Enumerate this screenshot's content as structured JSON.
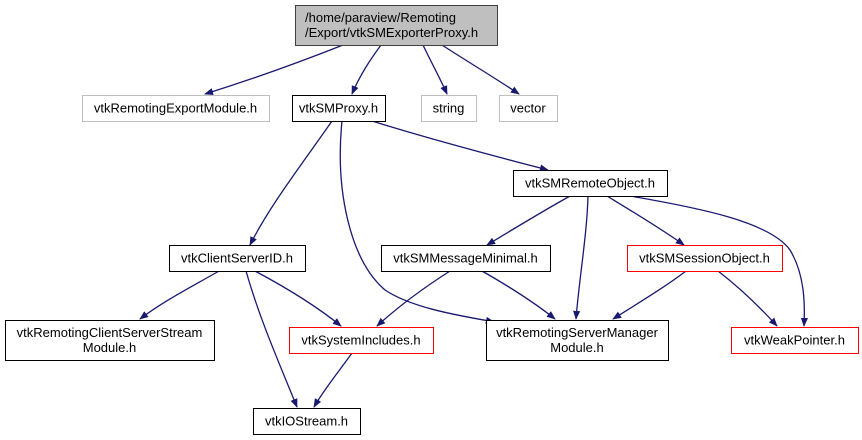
{
  "diagram": {
    "type": "include-dependency-graph",
    "colors": {
      "edge": "#191970",
      "root_fill": "#bfbfbf",
      "root_border": "#404040",
      "normal_border": "#000000",
      "external_border": "#bfbfbf",
      "red_border": "#ff0000"
    },
    "nodes": [
      {
        "id": "root",
        "lines": [
          "/home/paraview/Remoting",
          "/Export/vtkSMExporterProxy.h"
        ],
        "style": "root"
      },
      {
        "id": "exportmodule",
        "lines": [
          "vtkRemotingExportModule.h"
        ],
        "style": "external"
      },
      {
        "id": "smproxy",
        "lines": [
          "vtkSMProxy.h"
        ],
        "style": "normal"
      },
      {
        "id": "string",
        "lines": [
          "string"
        ],
        "style": "external"
      },
      {
        "id": "vector",
        "lines": [
          "vector"
        ],
        "style": "external"
      },
      {
        "id": "remoteobject",
        "lines": [
          "vtkSMRemoteObject.h"
        ],
        "style": "normal"
      },
      {
        "id": "clientserverid",
        "lines": [
          "vtkClientServerID.h"
        ],
        "style": "normal"
      },
      {
        "id": "messageminimal",
        "lines": [
          "vtkSMMessageMinimal.h"
        ],
        "style": "normal"
      },
      {
        "id": "sessionobject",
        "lines": [
          "vtkSMSessionObject.h"
        ],
        "style": "red"
      },
      {
        "id": "csstream",
        "lines": [
          "vtkRemotingClientServerStream",
          "Module.h"
        ],
        "style": "normal"
      },
      {
        "id": "systemincludes",
        "lines": [
          "vtkSystemIncludes.h"
        ],
        "style": "red"
      },
      {
        "id": "servermanager",
        "lines": [
          "vtkRemotingServerManager",
          "Module.h"
        ],
        "style": "normal"
      },
      {
        "id": "weakpointer",
        "lines": [
          "vtkWeakPointer.h"
        ],
        "style": "red"
      },
      {
        "id": "iostream",
        "lines": [
          "vtkIOStream.h"
        ],
        "style": "normal"
      }
    ],
    "edges": [
      {
        "from": "root",
        "to": "exportmodule"
      },
      {
        "from": "root",
        "to": "smproxy"
      },
      {
        "from": "root",
        "to": "string"
      },
      {
        "from": "root",
        "to": "vector"
      },
      {
        "from": "smproxy",
        "to": "remoteobject"
      },
      {
        "from": "smproxy",
        "to": "clientserverid"
      },
      {
        "from": "smproxy",
        "to": "servermanager"
      },
      {
        "from": "remoteobject",
        "to": "messageminimal"
      },
      {
        "from": "remoteobject",
        "to": "sessionobject"
      },
      {
        "from": "remoteobject",
        "to": "servermanager"
      },
      {
        "from": "remoteobject",
        "to": "weakpointer"
      },
      {
        "from": "clientserverid",
        "to": "csstream"
      },
      {
        "from": "clientserverid",
        "to": "systemincludes"
      },
      {
        "from": "clientserverid",
        "to": "iostream"
      },
      {
        "from": "messageminimal",
        "to": "systemincludes"
      },
      {
        "from": "messageminimal",
        "to": "servermanager"
      },
      {
        "from": "sessionobject",
        "to": "servermanager"
      },
      {
        "from": "sessionobject",
        "to": "weakpointer"
      },
      {
        "from": "systemincludes",
        "to": "iostream"
      }
    ]
  }
}
